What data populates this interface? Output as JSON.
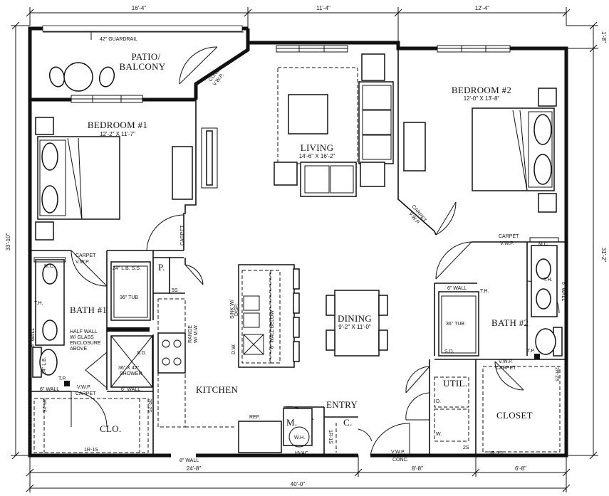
{
  "rooms": {
    "patio": {
      "line1": "PATIO/",
      "line2": "BALCONY"
    },
    "bedroom1": {
      "name": "BEDROOM #1",
      "dims": "12'-2\" X 11'-7\""
    },
    "living": {
      "name": "LIVING",
      "dims": "14'-6\" X 16'-2\""
    },
    "bedroom2": {
      "name": "BEDROOM #2",
      "dims": "12'-0\" X 13'-8\""
    },
    "bath1": {
      "name": "BATH #1"
    },
    "dining": {
      "name": "DINING",
      "dims": "9'-2\" X 11'-0\""
    },
    "bath2": {
      "name": "BATH #2"
    },
    "kitchen": {
      "name": "KITCHEN"
    },
    "entry": {
      "name": "ENTRY"
    },
    "closet": {
      "name": "CLOSET"
    },
    "clo": {
      "name": "CLO."
    },
    "util": {
      "name": "UTIL."
    }
  },
  "labels": {
    "guardrail": "42\" GUARDRAIL",
    "conc_vwp_1": "CONC.",
    "conc_vwp_2": "V.W.P.",
    "carpet": "CARPET",
    "vwp": "V.W.P.",
    "conc": "CONC.",
    "mc": "M.C.",
    "th": "T.H.",
    "tp": "T.P.",
    "tub_36": "36\" TUB",
    "lb_ss": "24\" L.B.  S.S.",
    "pantry": "P.",
    "five_s": "5S",
    "half_wall_1": "HALF WALL",
    "half_wall_2": "W/ GLASS",
    "half_wall_3": "ENCLOSURE",
    "half_wall_4": "ABOVE",
    "six_wall": "6\" WALL",
    "sd": "S.D.",
    "shower_1": "36\" X 42\"",
    "shower_2": "SHOWER",
    "lb_24": "24\" L.B.",
    "range_1": "RANGE",
    "range_2": "W/ M.W.",
    "sink_1": "SINK W/",
    "sink_2": "DISP.",
    "dw": "D.W.",
    "wall_below": "6\" WALL BELOW",
    "ref": "REF.",
    "mech": "M.",
    "wh": "W.H.",
    "hvac": "HVAC",
    "c": "C.",
    "onr": "1R-1S",
    "tworr": "2R-2S",
    "twos": "2S",
    "d": "D.",
    "w": "W.",
    "eight_wall": "8\" WALL"
  },
  "dimensions": {
    "top_1": "16'-4\"",
    "top_2": "11'-4\"",
    "top_3": "12'-4\"",
    "right_small": "1'-8\"",
    "right_main": "31'-2\"",
    "left_main": "33'-10\"",
    "bottom_1": "24'-8\"",
    "bottom_2": "8'-8\"",
    "bottom_3": "6'-8\"",
    "bottom_total": "40'-0\""
  }
}
